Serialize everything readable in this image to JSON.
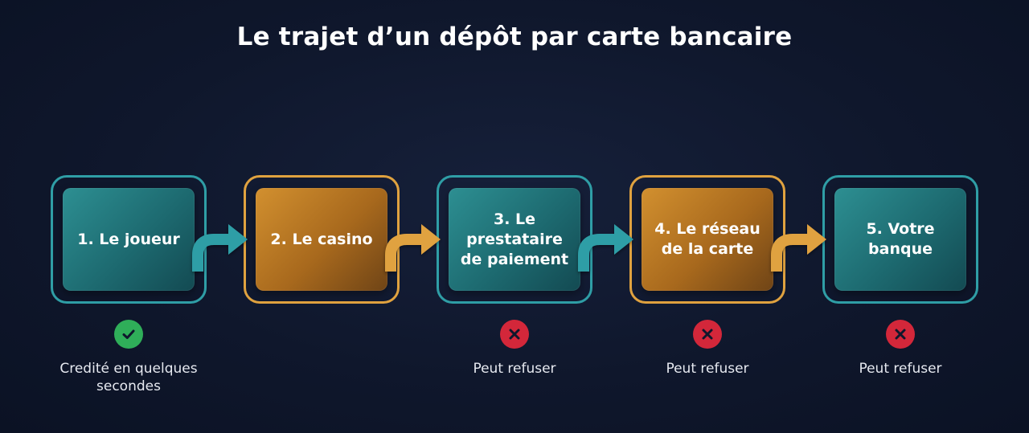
{
  "title": "Le trajet d’un dépôt par carte bancaire",
  "steps": [
    {
      "label": "1. Le joueur",
      "color": "teal"
    },
    {
      "label": "2. Le casino",
      "color": "orange"
    },
    {
      "label": "3. Le\nprestataire\nde paiement",
      "color": "teal"
    },
    {
      "label": "4. Le réseau\nde la carte",
      "color": "orange"
    },
    {
      "label": "5. Votre\nbanque",
      "color": "teal"
    }
  ],
  "statuses": [
    {
      "step": 1,
      "kind": "check",
      "icon": "check-icon",
      "text": "Credité en quelques\nsecondes"
    },
    {
      "step": 3,
      "kind": "cross",
      "icon": "cross-icon",
      "text": "Peut refuser"
    },
    {
      "step": 4,
      "kind": "cross",
      "icon": "cross-icon",
      "text": "Peut refuser"
    },
    {
      "step": 5,
      "kind": "cross",
      "icon": "cross-icon",
      "text": "Peut refuser"
    }
  ],
  "colors": {
    "teal": "#2f9ea6",
    "orange": "#e0a23f",
    "background": "#0f172c",
    "success": "#2fae59",
    "danger": "#d3273a"
  }
}
